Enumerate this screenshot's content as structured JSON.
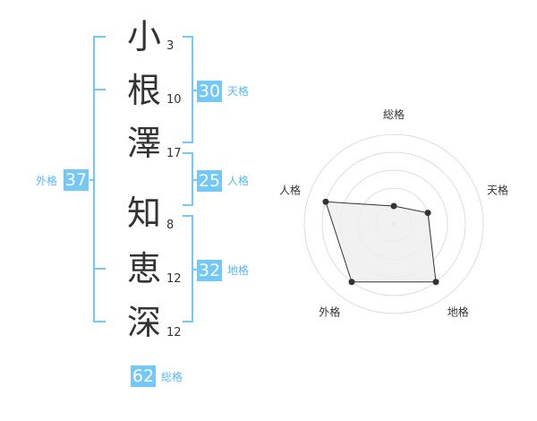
{
  "name": {
    "characters": [
      {
        "char": "小",
        "strokes": "3"
      },
      {
        "char": "根",
        "strokes": "10"
      },
      {
        "char": "澤",
        "strokes": "17"
      },
      {
        "char": "知",
        "strokes": "8"
      },
      {
        "char": "恵",
        "strokes": "12"
      },
      {
        "char": "深",
        "strokes": "12"
      }
    ]
  },
  "fortune": {
    "tenkaku": {
      "value": "30",
      "label": "天格"
    },
    "jinkaku": {
      "value": "25",
      "label": "人格"
    },
    "chikaku": {
      "value": "32",
      "label": "地格"
    },
    "gaikaku": {
      "value": "37",
      "label": "外格"
    },
    "soukaku": {
      "value": "62",
      "label": "総格"
    }
  },
  "chart_data": {
    "type": "radar",
    "axes": [
      "総格",
      "天格",
      "地格",
      "外格",
      "人格"
    ],
    "values": [
      1,
      2,
      4,
      4,
      4
    ],
    "rmax": 5,
    "grid_rings": 5
  },
  "colors": {
    "accent": "#74c8f7",
    "label_text": "#58b8f1",
    "radar_fill": "#eeeeee",
    "radar_stroke": "#333333",
    "radar_grid": "#dddddd"
  }
}
